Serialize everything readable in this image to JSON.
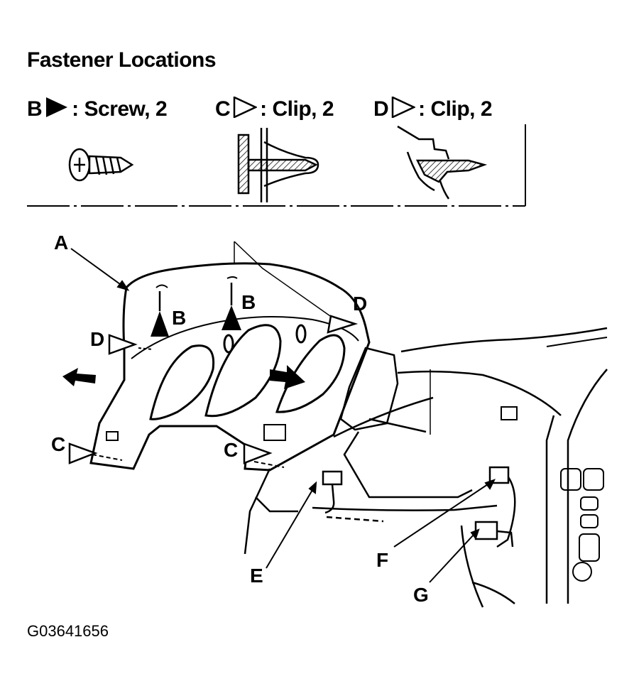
{
  "header": {
    "title": "Fastener Locations"
  },
  "legend": [
    {
      "letter": "B",
      "desc": ": Screw, 2",
      "symbol": "filled-triangle-icon"
    },
    {
      "letter": "C",
      "desc": ": Clip, 2",
      "symbol": "outline-triangle-icon"
    },
    {
      "letter": "D",
      "desc": ": Clip, 2",
      "symbol": "outline-triangle-icon"
    }
  ],
  "callouts": {
    "A": "A",
    "B1": "B",
    "B2": "B",
    "C1": "C",
    "C2": "C",
    "D1": "D",
    "D2": "D",
    "E": "E",
    "F": "F",
    "G": "G"
  },
  "figure_id": "G03641656"
}
